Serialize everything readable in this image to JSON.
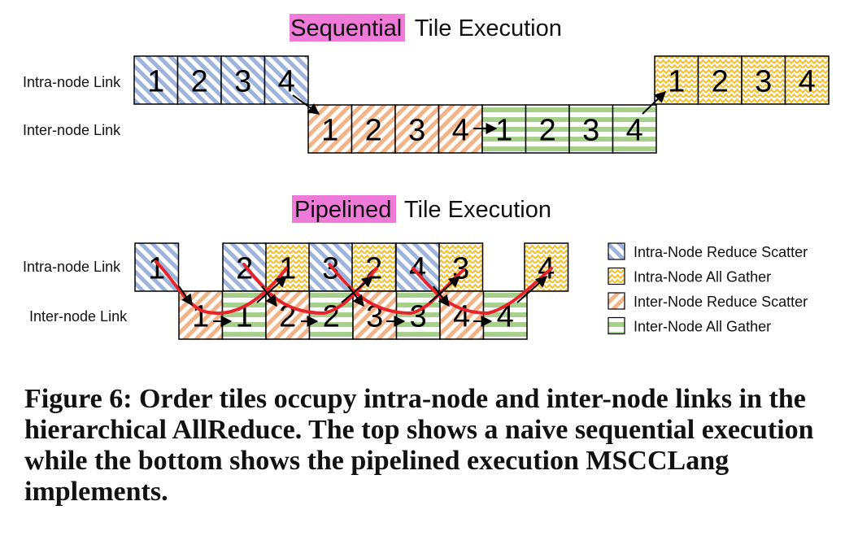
{
  "sequential": {
    "title_highlight": "Sequential",
    "title_rest": "Tile Execution",
    "intra_label": "Intra-node Link",
    "inter_label": "Inter-node Link",
    "intra_rs_tiles": [
      "1",
      "2",
      "3",
      "4"
    ],
    "inter_rs_tiles": [
      "1",
      "2",
      "3",
      "4"
    ],
    "inter_ag_tiles": [
      "1",
      "2",
      "3",
      "4"
    ],
    "intra_ag_tiles": [
      "1",
      "2",
      "3",
      "4"
    ]
  },
  "pipelined": {
    "title_highlight": "Pipelined",
    "title_rest": "Tile Execution",
    "intra_label": "Intra-node Link",
    "inter_label": "Inter-node Link",
    "intra_tiles": [
      {
        "label": "1",
        "kind": "intra_rs"
      },
      {
        "label": "2",
        "kind": "intra_rs"
      },
      {
        "label": "1",
        "kind": "intra_ag"
      },
      {
        "label": "3",
        "kind": "intra_rs"
      },
      {
        "label": "2",
        "kind": "intra_ag"
      },
      {
        "label": "4",
        "kind": "intra_rs"
      },
      {
        "label": "3",
        "kind": "intra_ag"
      },
      {
        "label": "4",
        "kind": "intra_ag"
      }
    ],
    "inter_tiles": [
      {
        "label": "1",
        "kind": "inter_rs"
      },
      {
        "label": "1",
        "kind": "inter_ag"
      },
      {
        "label": "2",
        "kind": "inter_rs"
      },
      {
        "label": "2",
        "kind": "inter_ag"
      },
      {
        "label": "3",
        "kind": "inter_rs"
      },
      {
        "label": "3",
        "kind": "inter_ag"
      },
      {
        "label": "4",
        "kind": "inter_rs"
      },
      {
        "label": "4",
        "kind": "inter_ag"
      }
    ]
  },
  "legend": [
    {
      "label": "Intra-Node Reduce Scatter",
      "kind": "intra_rs"
    },
    {
      "label": "Intra-Node All Gather",
      "kind": "intra_ag"
    },
    {
      "label": "Inter-Node Reduce Scatter",
      "kind": "inter_rs"
    },
    {
      "label": "Inter-Node All Gather",
      "kind": "inter_ag"
    }
  ],
  "colors": {
    "highlight": "#f07ad8",
    "intra_rs": "#9cb4dc",
    "intra_ag": "#f2c33a",
    "inter_rs": "#f0b48a",
    "inter_ag": "#a8d08d",
    "red_line": "#e8232a"
  },
  "caption": "Figure 6: Order tiles occupy intra-node and inter-node links in the hierarchical AllReduce. The top shows a naive sequential execution while the bottom shows the pipelined execution MSCCLang implements."
}
